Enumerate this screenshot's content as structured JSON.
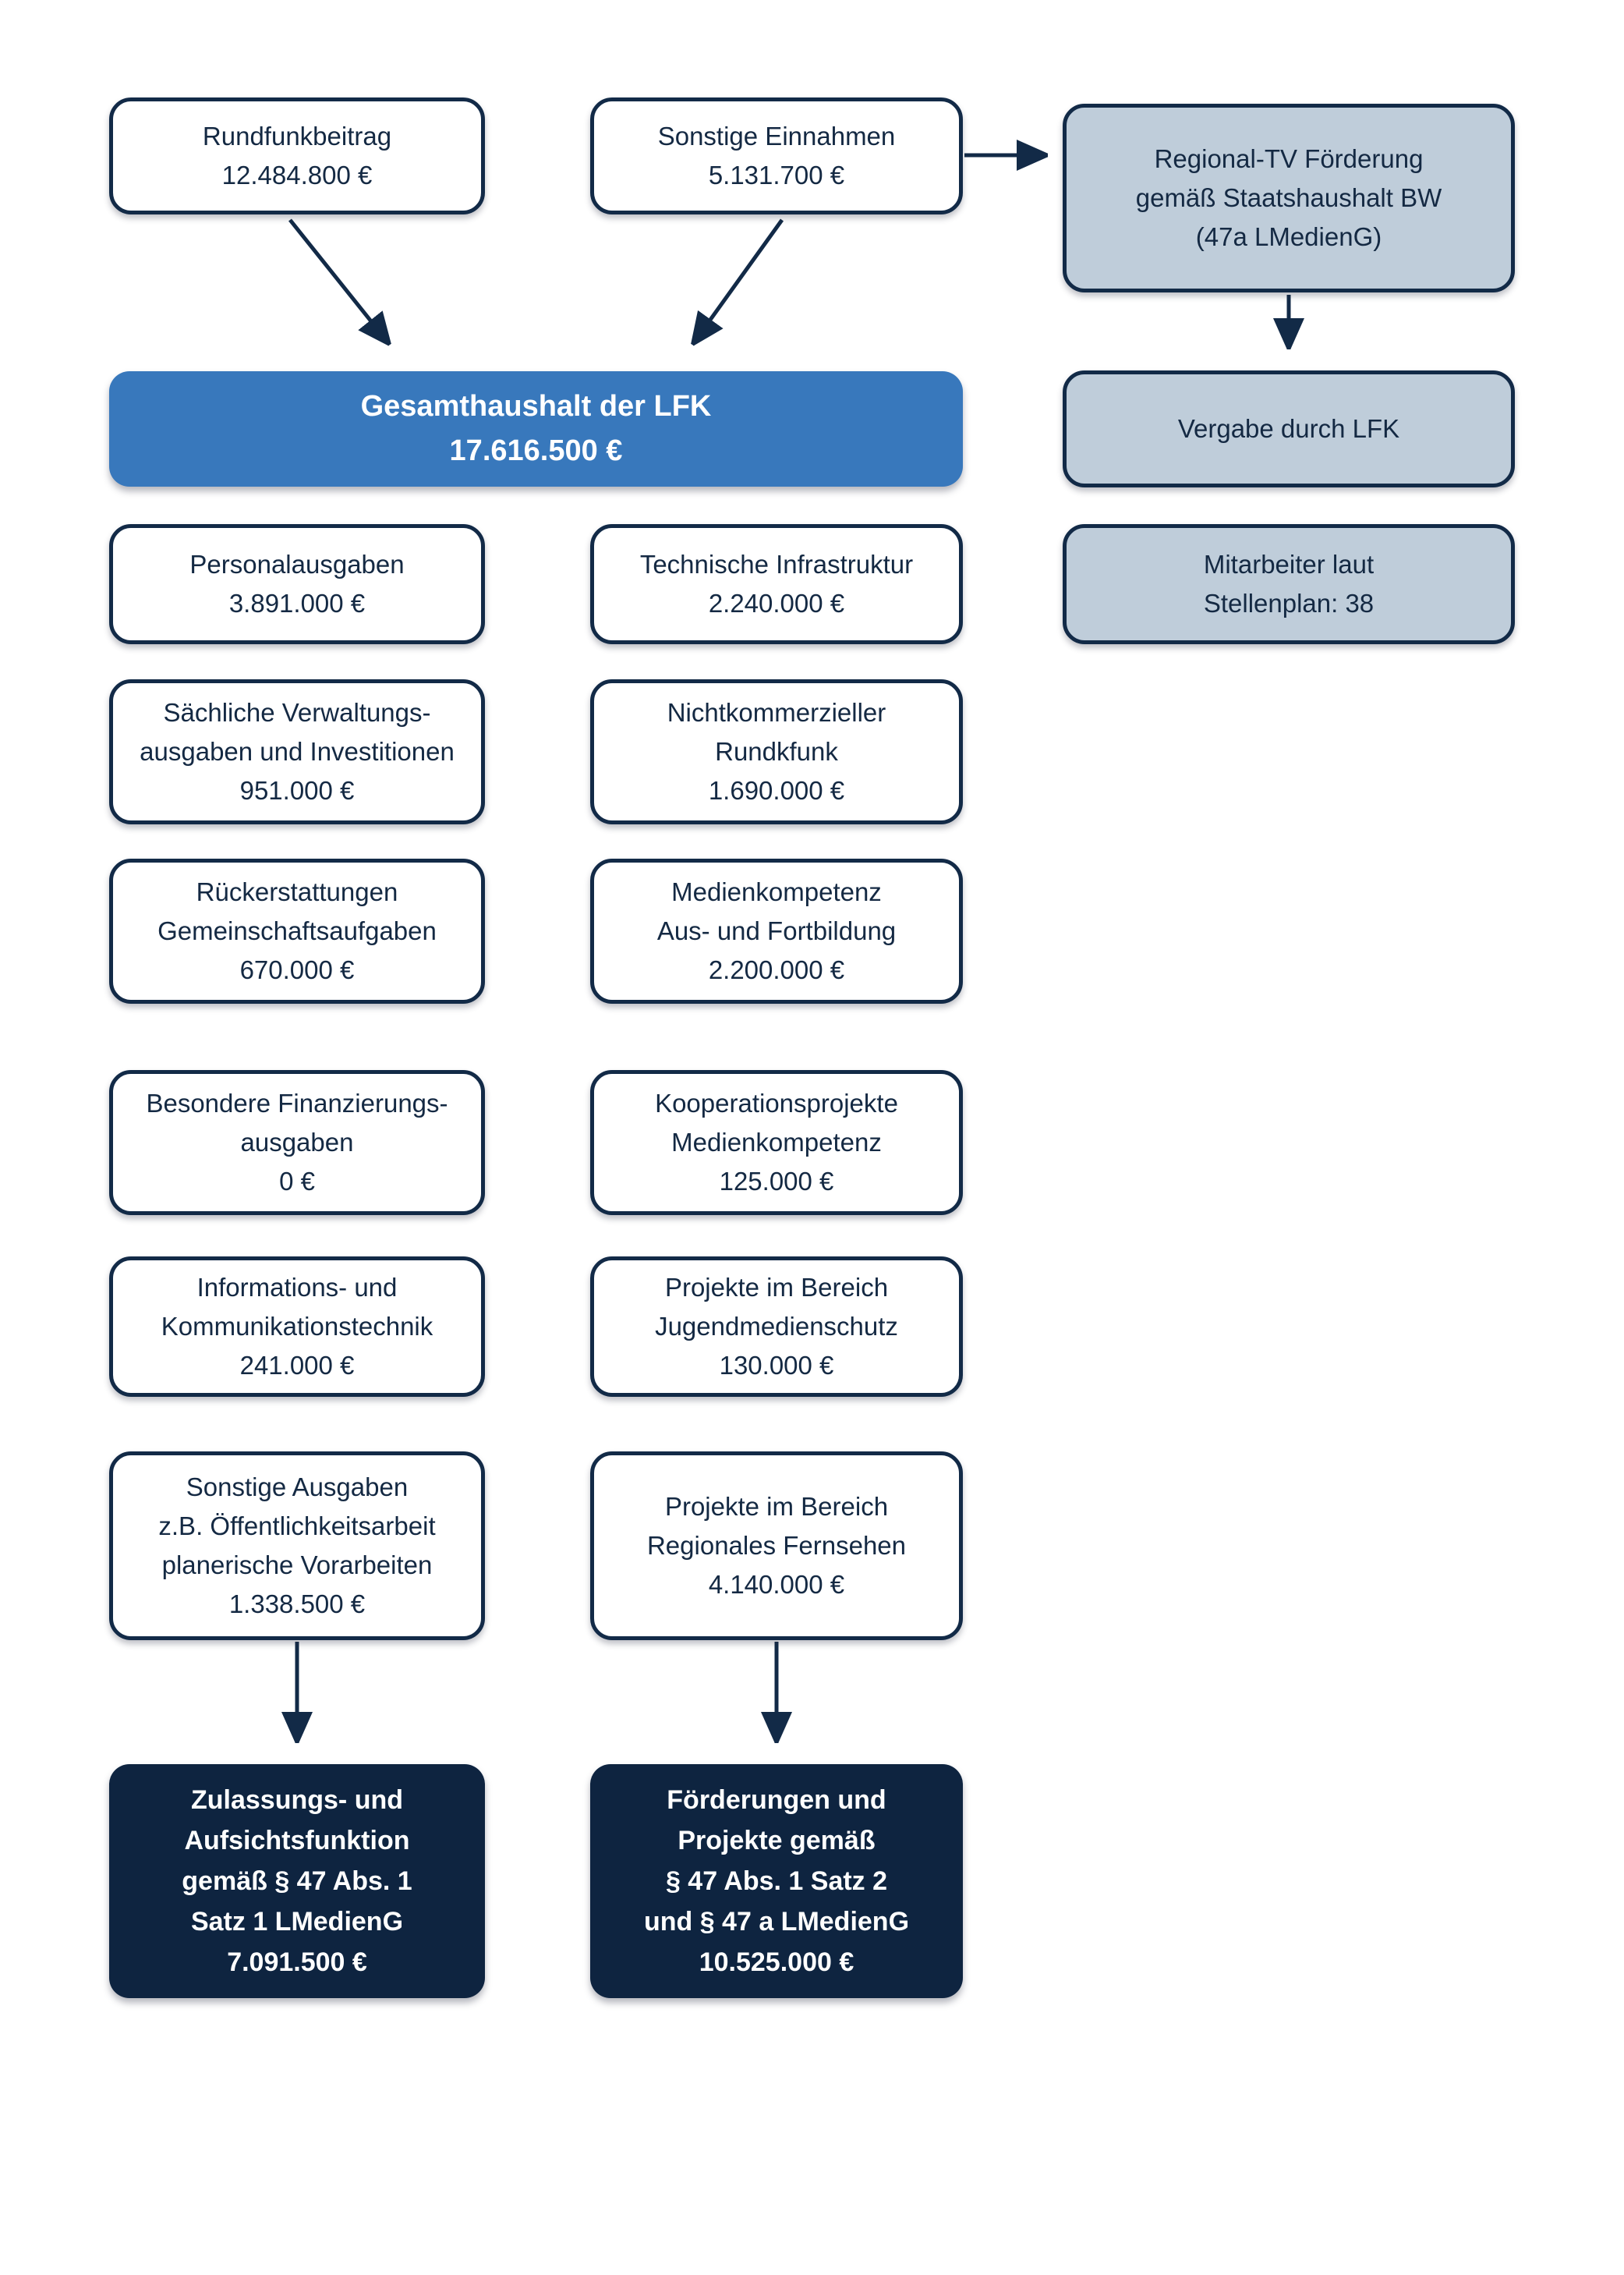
{
  "colors": {
    "navy_border": "#122a47",
    "dark_box_fill": "#0e2440",
    "light_box_fill": "#bfcdda",
    "blue_box_fill": "#3878bc",
    "white": "#ffffff"
  },
  "top_row": {
    "rundfunkbeitrag": [
      "Rundfunkbeitrag",
      "12.484.800 €"
    ],
    "sonstige_einnahmen": [
      "Sonstige Einnahmen",
      "5.131.700 €"
    ],
    "regional_tv": [
      "Regional-TV Förderung",
      "gemäß Staatshaushalt BW",
      "(47a LMedienG)"
    ]
  },
  "total_budget": [
    "Gesamthaushalt der LFK",
    "17.616.500 €"
  ],
  "right_column": {
    "vergabe": [
      "Vergabe durch LFK"
    ],
    "mitarbeiter": [
      "Mitarbeiter laut",
      "Stellenplan: 38"
    ]
  },
  "left_column": [
    [
      "Personalausgaben",
      "3.891.000 €"
    ],
    [
      "Sächliche Verwaltungs-",
      "ausgaben und Investitionen",
      "951.000 €"
    ],
    [
      "Rückerstattungen",
      "Gemeinschaftsaufgaben",
      "670.000 €"
    ],
    [
      "Besondere Finanzierungs-",
      "ausgaben",
      "0 €"
    ],
    [
      "Informations- und",
      "Kommunikationstechnik",
      "241.000 €"
    ],
    [
      "Sonstige Ausgaben",
      "z.B. Öffentlichkeitsarbeit",
      "planerische Vorarbeiten",
      "1.338.500 €"
    ]
  ],
  "middle_column": [
    [
      "Technische Infrastruktur",
      "2.240.000 €"
    ],
    [
      "Nichtkommerzieller",
      "Rundkfunk",
      "1.690.000 €"
    ],
    [
      "Medienkompetenz",
      "Aus- und Fortbildung",
      "2.200.000 €"
    ],
    [
      "Kooperationsprojekte",
      "Medienkompetenz",
      "125.000 €"
    ],
    [
      "Projekte im Bereich",
      "Jugendmedienschutz",
      "130.000 €"
    ],
    [
      "Projekte im Bereich",
      "Regionales Fernsehen",
      "4.140.000 €"
    ]
  ],
  "totals_bottom": {
    "zulassung": [
      "Zulassungs- und",
      "Aufsichtsfunktion",
      "gemäß § 47 Abs. 1",
      "Satz 1 LMedienG",
      "7.091.500 €"
    ],
    "foerderungen": [
      "Förderungen und",
      "Projekte gemäß",
      "§ 47 Abs. 1 Satz 2",
      "und § 47 a LMedienG",
      "10.525.000 €"
    ]
  }
}
